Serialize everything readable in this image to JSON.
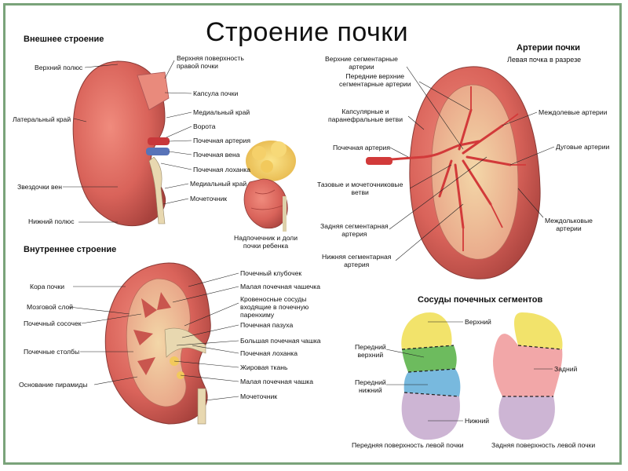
{
  "title": "Строение почки",
  "sections": {
    "external": "Внешнее строение",
    "internal": "Внутреннее строение",
    "arteries": "Артерии почки",
    "arteries_sub": "Левая почка в разрезе",
    "segments": "Сосуды почечных сегментов"
  },
  "external_labels": {
    "upper_pole": "Верхний полюс",
    "lateral_edge": "Латеральный край",
    "venous_stars": "Звездочки вен",
    "lower_pole": "Нижний полюс",
    "upper_surface": "Верхняя поверхность\nправой почки",
    "capsule": "Капсула почки",
    "medial_edge_top": "Медиальный край",
    "hilum": "Ворота",
    "renal_artery": "Почечная артерия",
    "renal_vein": "Почечная вена",
    "pelvis": "Почечная лоханка",
    "medial_edge_bottom": "Медиальный край",
    "ureter": "Мочеточник",
    "child": "Надпочечник и доли\nпочки ребенка"
  },
  "internal_labels": {
    "cortex": "Кора почки",
    "medulla": "Мозговой слой",
    "papilla": "Почечный сосочек",
    "columns": "Почечные столбы",
    "pyramid_base": "Основание пирамиды",
    "glomerulus": "Почечный клубочек",
    "minor_calyx_top": "Малая почечная чашечка",
    "vessels": "Кровеносные сосуды\nвходящие в почечную\nпаренхиму",
    "sinus": "Почечная пазуха",
    "major_calyx": "Большая почечная чашка",
    "pelvis": "Почечная лоханка",
    "fat": "Жировая ткань",
    "minor_calyx_bottom": "Малая почечная чашка",
    "ureter": "Мочеточник"
  },
  "artery_labels": {
    "upper_segmental": "Верхние сегментарные\nартерии",
    "anterior_upper": "Передние верхние\nсегментарные артерии",
    "capsular": "Капсулярные и\nпаранефральные ветви",
    "renal_artery": "Почечная артерия",
    "pelvic": "Тазовые и мочеточниковые\nветви",
    "posterior": "Задняя сегментарная\nартерия",
    "lower": "Нижняя сегментарная\nартерия",
    "interlobar": "Междолевые артерии",
    "arcuate": "Дуговые артерии",
    "interlobular": "Междольковые\nартерии"
  },
  "segment_labels": {
    "upper": "Верхний",
    "anterior_upper": "Передний\nверхний",
    "anterior_lower": "Передний\nнижний",
    "lower": "Нижний",
    "posterior": "Задний",
    "front_caption": "Передняя поверхность левой почки",
    "back_caption": "Задняя поверхность левой почки"
  },
  "colors": {
    "frame": "#7aa37a",
    "kidney": "#d9635a",
    "segment_upper": "#f2e36b",
    "segment_anterior_upper": "#6dbb5e",
    "segment_anterior_lower": "#78b9de",
    "segment_lower": "#cdb5d4",
    "segment_posterior": "#f2a7a8"
  }
}
